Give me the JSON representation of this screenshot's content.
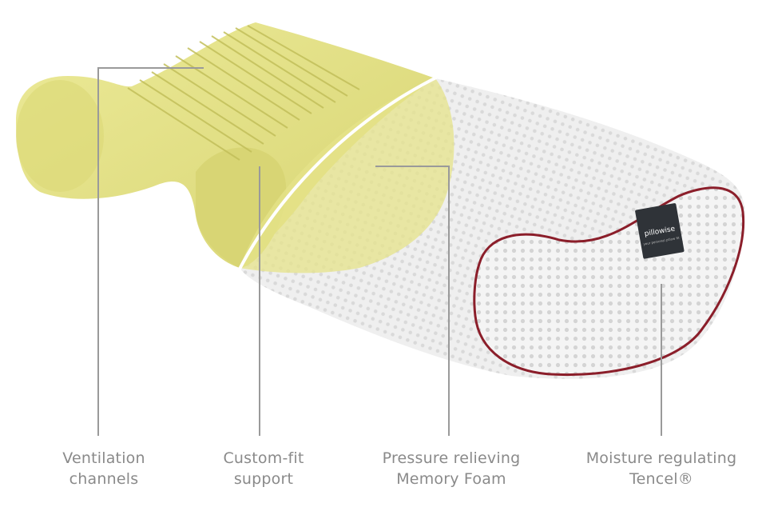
{
  "labels": {
    "ventilation": {
      "line1": "Ventilation",
      "line2": "channels"
    },
    "custom_fit": {
      "line1": "Custom-fit",
      "line2": "support"
    },
    "pressure": {
      "line1": "Pressure relieving",
      "line2": "Memory Foam"
    },
    "moisture": {
      "line1": "Moisture regulating",
      "line2": "Tencel®"
    }
  },
  "tag": {
    "brand": "pillowise",
    "tagline": "your personal pillow fit"
  },
  "colors": {
    "foam": "#e6e38a",
    "foam_shadow": "#c9c663",
    "fabric": "#f2f2f2",
    "piping": "#8b1e2a",
    "label_text": "#8a8a8a",
    "leader_line": "#9a9a9a",
    "tag_bg": "#2f3338"
  }
}
